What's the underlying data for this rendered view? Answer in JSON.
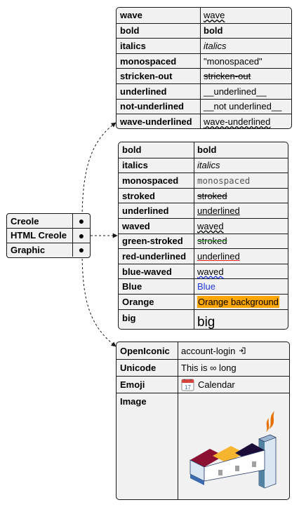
{
  "source": {
    "rows": [
      "Creole",
      "HTML Creole",
      "Graphic"
    ],
    "port_glyph": "●"
  },
  "creole": {
    "rows": [
      {
        "key": "wave",
        "value": "wave",
        "style": "wavy"
      },
      {
        "key": "bold",
        "value": "bold",
        "style": "bold"
      },
      {
        "key": "italics",
        "value": "italics",
        "style": "italic"
      },
      {
        "key": "monospaced",
        "value": "\"monospaced\"",
        "style": "plain"
      },
      {
        "key": "stricken-out",
        "value": "stricken-out",
        "style": "strike"
      },
      {
        "key": "underlined",
        "value": "__underlined__",
        "style": "plain"
      },
      {
        "key": "not-underlined",
        "value": "__not underlined__",
        "style": "plain"
      },
      {
        "key": "wave-underlined",
        "value": "wave-underlined",
        "style": "wavy"
      }
    ]
  },
  "html_creole": {
    "rows": [
      {
        "key": "bold",
        "value": "bold",
        "style": "bold"
      },
      {
        "key": "italics",
        "value": "italics",
        "style": "italic"
      },
      {
        "key": "monospaced",
        "value": "monospaced",
        "style": "mono"
      },
      {
        "key": "stroked",
        "value": "stroked",
        "style": "strike"
      },
      {
        "key": "underlined",
        "value": "underlined",
        "style": "under"
      },
      {
        "key": "waved",
        "value": "waved",
        "style": "wavy"
      },
      {
        "key": "green-stroked",
        "value": "stroked",
        "style": "green-strike"
      },
      {
        "key": "red-underlined",
        "value": "underlined",
        "style": "red-under"
      },
      {
        "key": "blue-waved",
        "value": "waved",
        "style": "blue-wave"
      },
      {
        "key": "Blue",
        "value": "Blue",
        "style": "blue"
      },
      {
        "key": "Orange",
        "value": "Orange background",
        "style": "orange-bg"
      },
      {
        "key": "big",
        "value": "big",
        "style": "big"
      }
    ],
    "colors": {
      "blue": "#1f35d6",
      "green": "#2a9d2a",
      "red": "#e02020",
      "orange": "#ffa500"
    }
  },
  "graphic": {
    "rows": [
      {
        "key": "OpenIconic",
        "value": "account-login",
        "icon": "account-login-icon"
      },
      {
        "key": "Unicode",
        "value": "This is ∞ long"
      },
      {
        "key": "Emoji",
        "value": "Calendar",
        "icon": "calendar-emoji-icon",
        "emoji_date": "17"
      },
      {
        "key": "Image",
        "value": "",
        "icon": "java-logo-icon"
      }
    ]
  },
  "colors": {
    "border": "#181818",
    "cell_bg": "#f1f1f1",
    "java_red": "#e76f00",
    "java_blue": "#5382a1"
  }
}
